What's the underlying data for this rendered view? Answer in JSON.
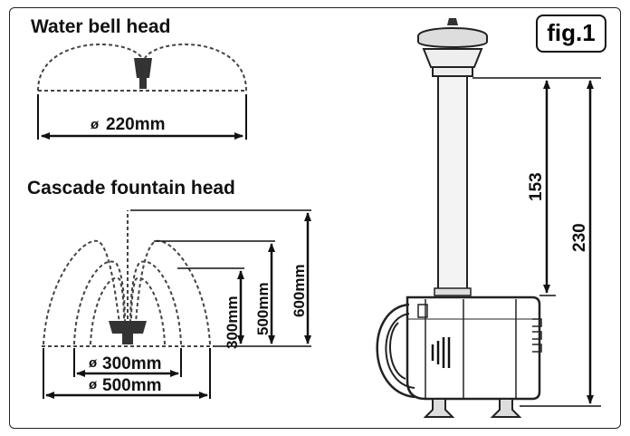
{
  "figure": {
    "label": "fig.1",
    "water_bell": {
      "title": "Water bell head",
      "diameter": "220mm",
      "diameter_symbol": "ø"
    },
    "cascade": {
      "title": "Cascade fountain head",
      "heights": [
        "300mm",
        "500mm",
        "600mm"
      ],
      "inner_diameter": "300mm",
      "outer_diameter": "500mm",
      "diameter_symbol": "ø"
    },
    "pump": {
      "dim_upper": "153",
      "dim_total": "230"
    }
  }
}
